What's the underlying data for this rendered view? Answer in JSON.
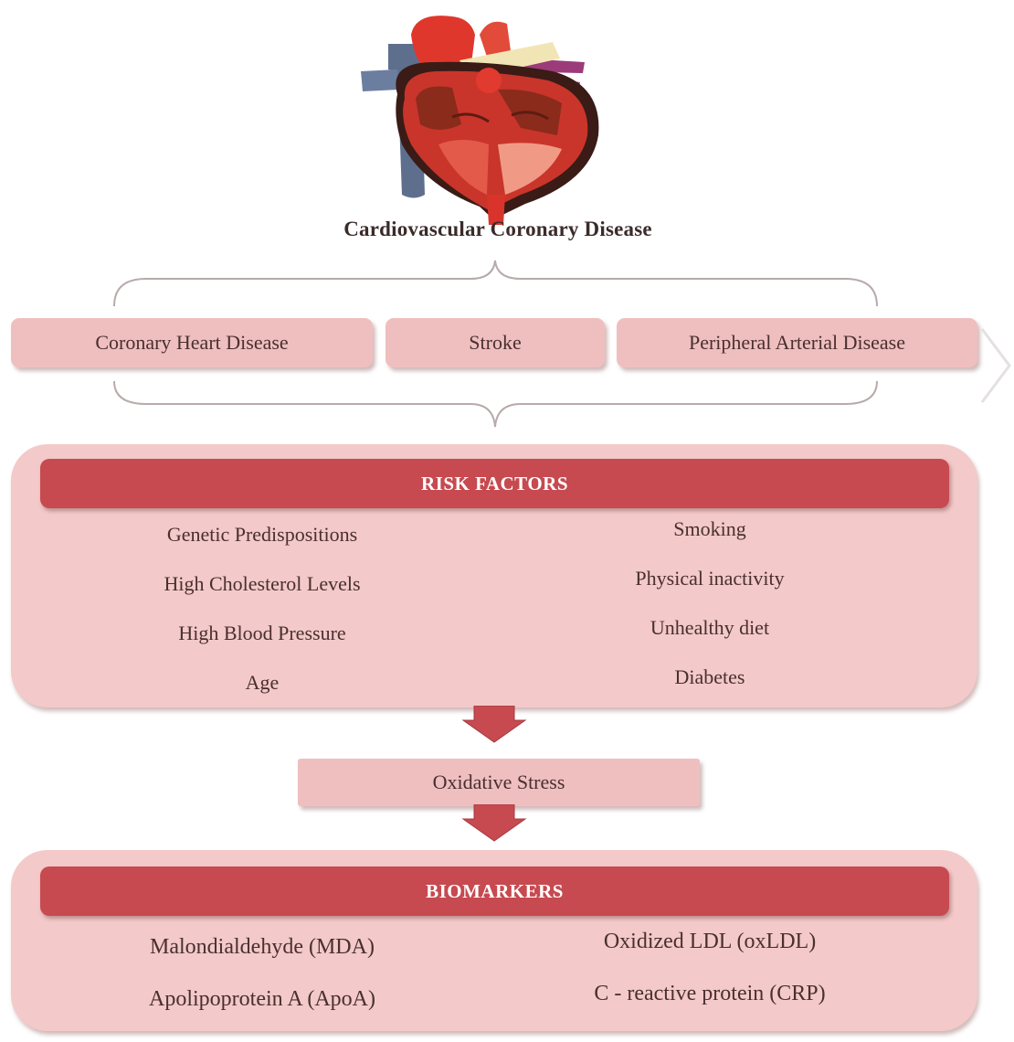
{
  "diagram": {
    "title": "Cardiovascular Coronary Disease",
    "disease_types": [
      "Coronary Heart Disease",
      "Stroke",
      "Peripheral Arterial Disease"
    ],
    "risk_factors": {
      "header": "RISK FACTORS",
      "left": [
        "Genetic Predispositions",
        "High Cholesterol Levels",
        "High Blood Pressure",
        "Age"
      ],
      "right": [
        "Smoking",
        "Physical inactivity",
        "Unhealthy diet",
        "Diabetes"
      ]
    },
    "intermediate": "Oxidative Stress",
    "biomarkers": {
      "header": "BIOMARKERS",
      "left": [
        "Malondialdehyde (MDA)",
        "Apolipoprotein A (ApoA)"
      ],
      "right": [
        "Oxidized LDL (oxLDL)",
        "C - reactive protein (CRP)"
      ]
    }
  },
  "colors": {
    "header_bar": "#c64a50",
    "panel_fill": "#f3c9c9",
    "pill_fill": "#efbfbf",
    "arrow": "#c64a50",
    "heart_red": "#d9342c",
    "heart_dark": "#8a2b1c"
  },
  "icons": [
    "heart-illustration-icon",
    "down-arrow-icon"
  ]
}
